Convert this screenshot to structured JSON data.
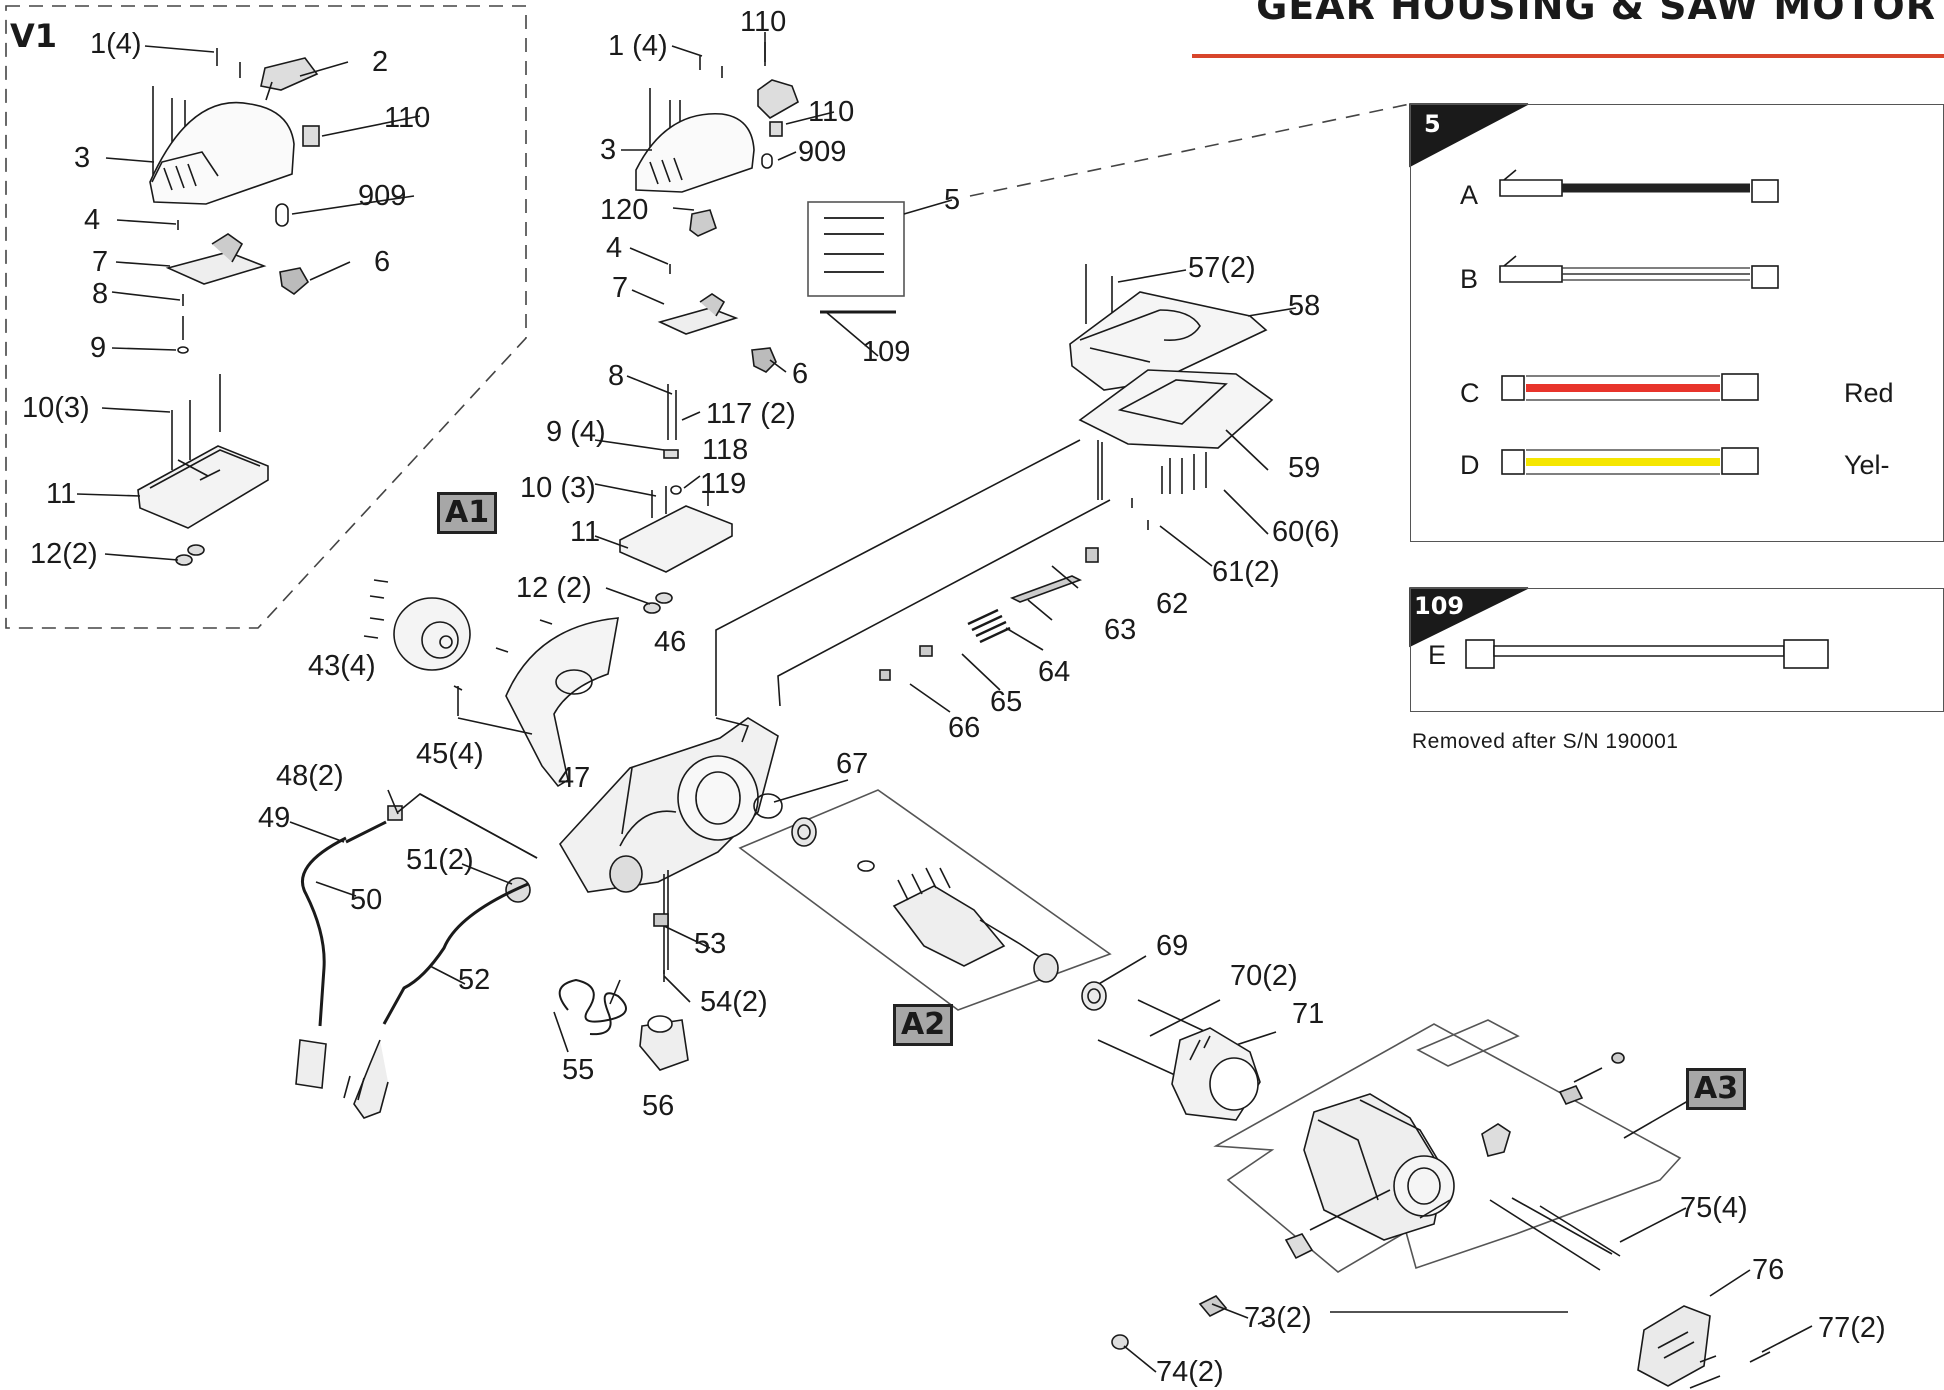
{
  "header": {
    "title": "GEAR HOUSING  &  SAW MOTOR"
  },
  "variant_label": "V1",
  "assembly_labels": {
    "a1": "A1",
    "a2": "A2",
    "a3": "A3"
  },
  "part_labels": {
    "v1_1": "1(4)",
    "v1_2": "2",
    "v1_110": "110",
    "v1_3": "3",
    "v1_909": "909",
    "v1_4": "4",
    "v1_7": "7",
    "v1_6": "6",
    "v1_8": "8",
    "v1_9": "9",
    "v1_10": "10(3)",
    "v1_11": "11",
    "v1_12": "12(2)",
    "m_110_top": "110",
    "m_1": "1 (4)",
    "m_110": "110",
    "m_3": "3",
    "m_909": "909",
    "m_120": "120",
    "m_5": "5",
    "m_4": "4",
    "m_7": "7",
    "m_109": "109",
    "m_6": "6",
    "m_8": "8",
    "m_117": "117 (2)",
    "m_9": "9 (4)",
    "m_118": "118",
    "m_119": "119",
    "m_10": "10 (3)",
    "m_11": "11",
    "m_12": "12 (2)",
    "p57": "57(2)",
    "p58": "58",
    "p59": "59",
    "p60": "60(6)",
    "p61": "61(2)",
    "p62": "62",
    "p63": "63",
    "p64": "64",
    "p65": "65",
    "p66": "66",
    "p43": "43(4)",
    "p46": "46",
    "p45": "45(4)",
    "p48": "48(2)",
    "p47": "47",
    "p67": "67",
    "p49": "49",
    "p51": "51(2)",
    "p50": "50",
    "p53": "53",
    "p52": "52",
    "p54": "54(2)",
    "p69": "69",
    "p70": "70(2)",
    "p71": "71",
    "p55": "55",
    "p56": "56",
    "p75": "75(4)",
    "p76": "76",
    "p73": "73(2)",
    "p77": "77(2)",
    "p74": "74(2)"
  },
  "wire_panel": {
    "tag": "5",
    "rows": [
      {
        "letter": "A",
        "color_name": "",
        "color": "#222222"
      },
      {
        "letter": "B",
        "color_name": "",
        "color": "#ffffff"
      },
      {
        "letter": "C",
        "color_name": "Red",
        "color": "#e8342b"
      },
      {
        "letter": "D",
        "color_name": "Yel-",
        "color": "#f5e600"
      }
    ]
  },
  "panel_109": {
    "tag": "109",
    "row_letter": "E"
  },
  "note": "Removed after S/N 190001",
  "colors": {
    "accent": "#d8452b",
    "assembly_box": "#a7a7a7"
  }
}
